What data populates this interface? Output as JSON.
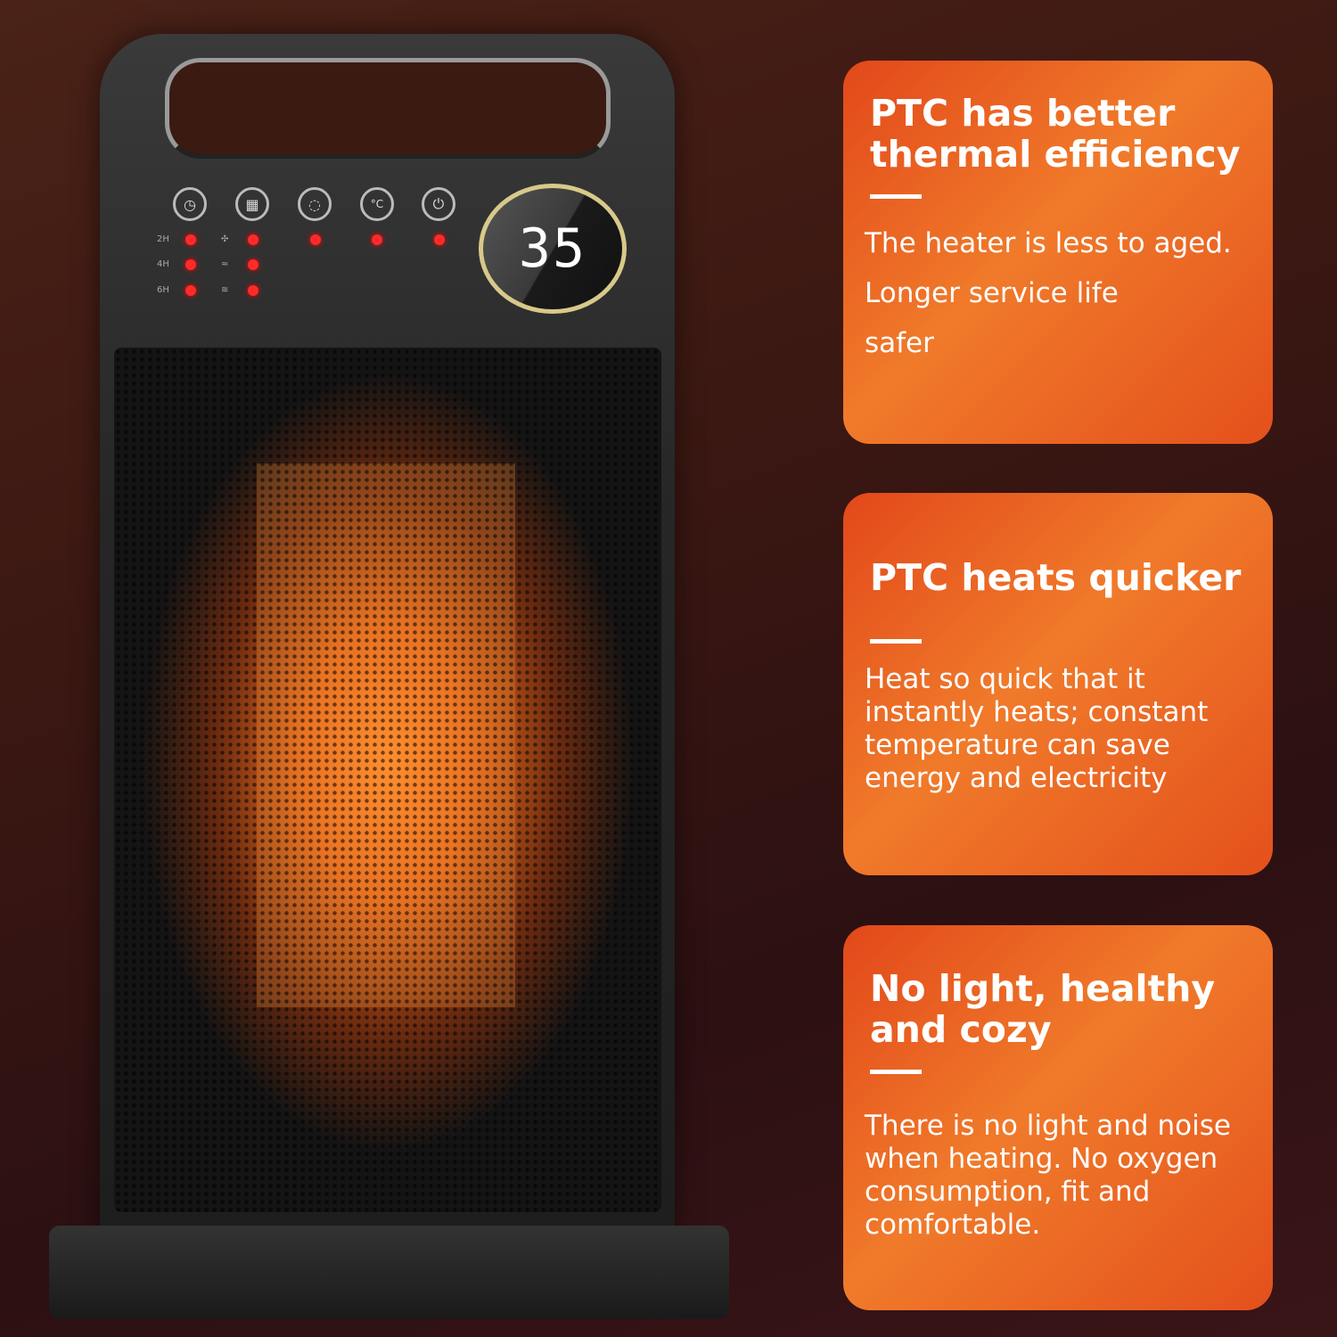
{
  "heater": {
    "display_value": "35",
    "controls": [
      {
        "icon": "timer-icon",
        "glyph": "◷"
      },
      {
        "icon": "mode-icon",
        "glyph": "▦"
      },
      {
        "icon": "swing-icon",
        "glyph": "◌"
      },
      {
        "icon": "temperature-icon",
        "glyph": "°C"
      },
      {
        "icon": "power-icon",
        "glyph": "⏻"
      }
    ],
    "timer_labels": [
      "2H",
      "4H",
      "6H"
    ],
    "mode_labels": [
      "✣",
      "≈",
      "≋"
    ]
  },
  "cards": [
    {
      "title": "PTC has better thermal efficiency",
      "lines": [
        "The heater is less to aged.",
        "Longer service life",
        "safer"
      ]
    },
    {
      "title": "PTC heats quicker",
      "body": "Heat so quick that it instantly heats; constant temperature can save energy and electricity"
    },
    {
      "title": "No light, healthy and cozy",
      "body": "There is no light and noise when heating. No oxygen consumption, fit and comfortable."
    }
  ],
  "colors": {
    "accent": "#e85a1e",
    "led": "#ff2a2a"
  }
}
